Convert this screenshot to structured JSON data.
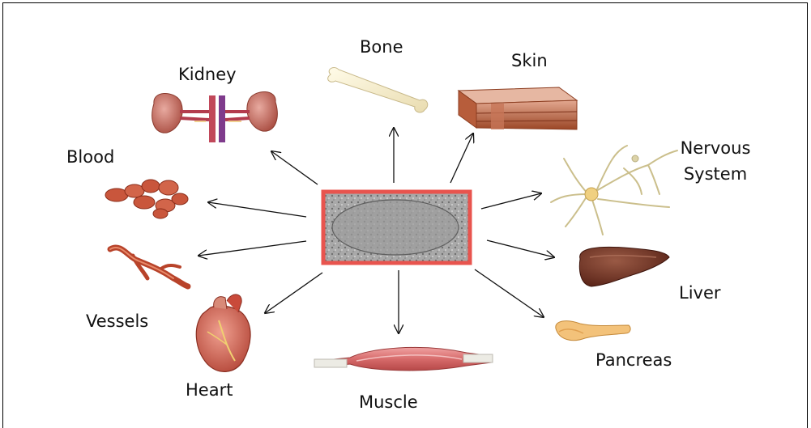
{
  "colors": {
    "center_border": "#e8544e",
    "arrow": "#111111",
    "tissue_shade": "#c75b5b"
  },
  "center_image": {
    "icon": "stem-cell-micrograph"
  },
  "labels": {
    "bone": "Bone",
    "skin": "Skin",
    "kidney": "Kidney",
    "blood": "Blood",
    "nervous_line1": "Nervous",
    "nervous_line2": "System",
    "liver": "Liver",
    "vessels": "Vessels",
    "pancreas": "Pancreas",
    "heart": "Heart",
    "muscle": "Muscle"
  }
}
